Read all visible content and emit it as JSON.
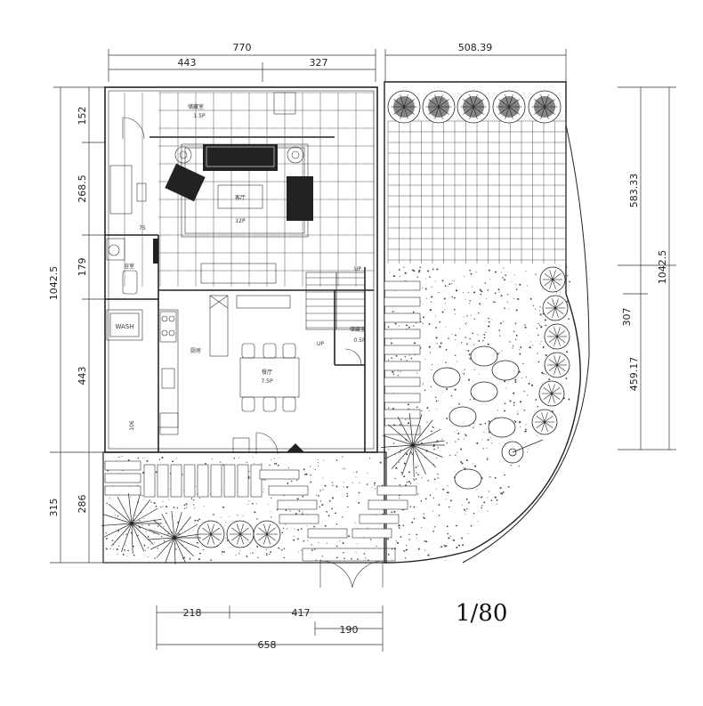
{
  "scale_label": "1/80",
  "dimensions": {
    "top_total": "770",
    "top_left": "443",
    "top_right": "327",
    "top_garden": "508.39",
    "left_total": "1042.5",
    "left_152": "152",
    "left_268": "268.5",
    "left_179": "179",
    "left_443": "443",
    "left_315": "315",
    "left_286": "286",
    "right_583": "583.33",
    "right_total": "1042.5",
    "right_307": "307",
    "right_459": "459.17",
    "bottom_218": "218",
    "bottom_417": "417",
    "bottom_190": "190",
    "bottom_658": "658",
    "small_75": "75",
    "small_106": "106"
  },
  "rooms": {
    "storage_top": "储藏室",
    "storage_top_area": "1.5P",
    "living": "客厅",
    "living_area": "12P",
    "bath": "浴室",
    "wash": "WASH",
    "kitchen": "厨房",
    "dining": "餐厅",
    "dining_area": "7.5P",
    "storage_mid": "储藏室",
    "storage_mid_area": "0.5P",
    "up_1": "UP",
    "up_2": "UP"
  }
}
